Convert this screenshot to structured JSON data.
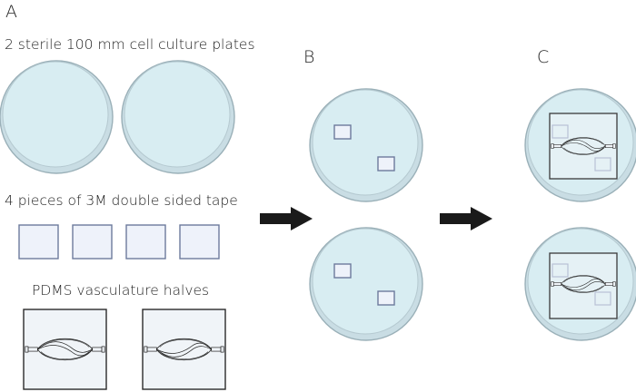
{
  "panels": {
    "a": "A",
    "b": "B",
    "c": "C"
  },
  "captions": {
    "plates": "2 sterile 100 mm cell culture plates",
    "tape": "4 pieces of 3M double sided tape",
    "pdms": "PDMS vasculature halves"
  },
  "colors": {
    "plate_fill": "#d8edf2",
    "plate_rim": "#9ab0b8",
    "tape_fill": "#eef2fa",
    "tape_border": "#6d7a9c",
    "pdms_fill": "#f0f4f8",
    "arrow": "#1a1a1a"
  },
  "icons": [
    "petri-dish-icon",
    "tape-square-icon",
    "pdms-chip-icon",
    "right-arrow-icon"
  ]
}
